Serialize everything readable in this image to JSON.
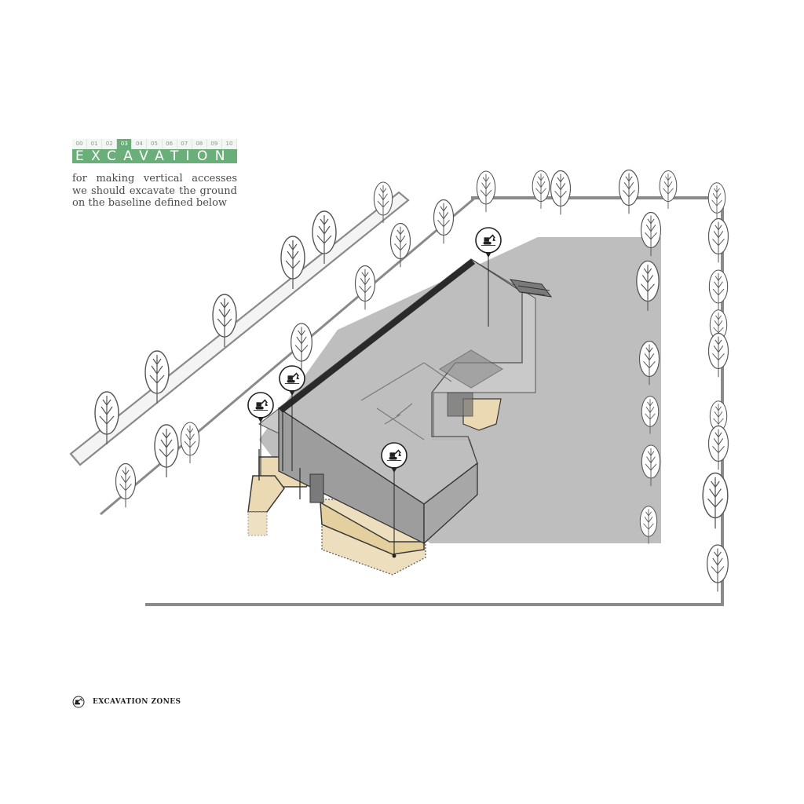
{
  "header": {
    "steps": [
      "00",
      "01",
      "02",
      "03",
      "04",
      "05",
      "06",
      "07",
      "08",
      "09",
      "10"
    ],
    "active_step": "03",
    "title": "EXCAVATION"
  },
  "description": "for making vertical accesses we should excavate the ground on the baseline defined below",
  "legend": {
    "label": "EXCAVATION ZONES",
    "icon": "excavator-icon"
  },
  "diagram": {
    "view": "axonometric site plan",
    "markers": [
      {
        "icon": "excavator-icon"
      },
      {
        "icon": "excavator-icon"
      },
      {
        "icon": "excavator-icon"
      },
      {
        "icon": "excavator-icon"
      }
    ],
    "colors": {
      "accent": "#6aaf7a",
      "excavation": "#ead9b3",
      "ground": "#b3b3b3",
      "building": "#9d9d9d",
      "line": "#3a3a3a"
    }
  }
}
